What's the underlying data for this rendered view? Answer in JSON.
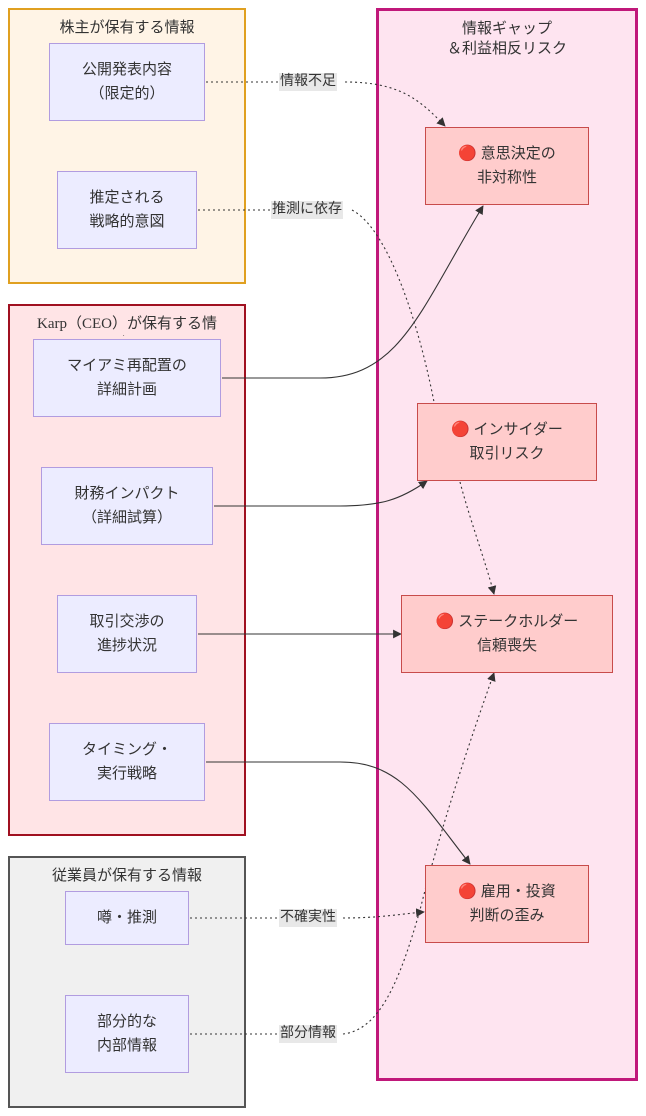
{
  "groups": {
    "shareholders": {
      "title": "株主が保有する情報"
    },
    "ceo": {
      "title": "Karp（CEO）が保有する情\n報"
    },
    "employees": {
      "title": "従業員が保有する情報"
    },
    "gap": {
      "title": "情報ギャップ\n＆利益相反リスク"
    }
  },
  "nodes": {
    "public_announcement": "公開発表内容\n（限定的）",
    "inferred_intent": "推定される\n戦略的意図",
    "miami_plan": "マイアミ再配置の\n詳細計画",
    "financial_impact": "財務インパクト\n（詳細試算）",
    "negotiation_status": "取引交渉の\n進捗状況",
    "timing_strategy": "タイミング・\n実行戦略",
    "rumor": "噂・推測",
    "partial_info": "部分的な\n内部情報"
  },
  "risks": {
    "decision_asymmetry": "🔴 意思決定の\n非対称性",
    "insider_risk": "🔴 インサイダー\n取引リスク",
    "stakeholder_trust": "🔴 ステークホルダー\n信頼喪失",
    "employment_distortion": "🔴 雇用・投資\n判断の歪み"
  },
  "edge_labels": {
    "info_shortage": "情報不足",
    "speculation": "推測に依存",
    "uncertainty": "不確実性",
    "partial": "部分情報"
  },
  "colors": {
    "shareholders_fill": "#fff4e6",
    "shareholders_stroke": "#e0a020",
    "ceo_fill": "#ffe4e6",
    "ceo_stroke": "#a01020",
    "employees_fill": "#f0f0f0",
    "employees_stroke": "#555555",
    "gap_fill": "#fee4f0",
    "gap_stroke": "#c0187a",
    "edge": "#333333"
  }
}
